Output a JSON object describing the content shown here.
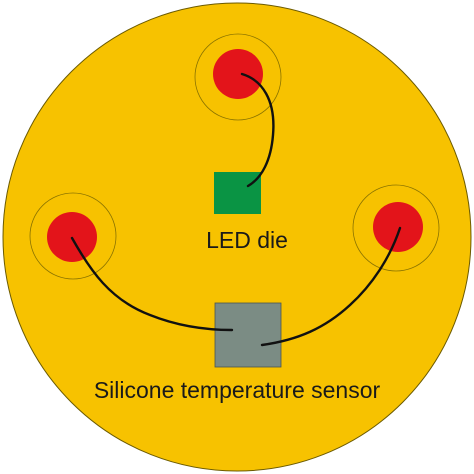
{
  "labels": {
    "led_die": "LED die",
    "sensor": "Silicone temperature sensor"
  },
  "colors": {
    "board": "#f7c200",
    "board_outline": "#6b5a00",
    "pad": "#e3141a",
    "pad_ring": "#8a7300",
    "led_die": "#0a9444",
    "sensor": "#7b8c84",
    "wire": "#111111"
  },
  "components": {
    "pads": [
      {
        "name": "pad-top"
      },
      {
        "name": "pad-left"
      },
      {
        "name": "pad-right"
      }
    ],
    "led_die": {
      "name": "led-die"
    },
    "sensor": {
      "name": "temperature-sensor"
    }
  }
}
